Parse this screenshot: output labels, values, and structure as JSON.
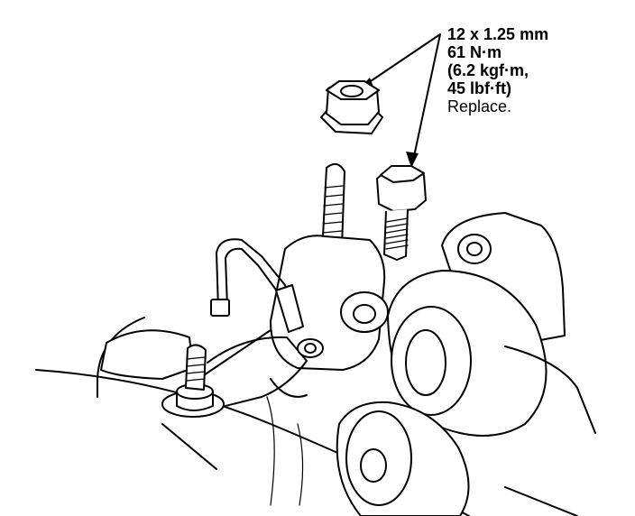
{
  "callout": {
    "size": "12 x 1.25 mm",
    "torque_nm": "61 N·m",
    "torque_kgf": "(6.2 kgf·m,",
    "torque_lbf": "45 lbf·ft)",
    "note": "Replace."
  },
  "colors": {
    "ink": "#000000",
    "paper": "#ffffff"
  }
}
